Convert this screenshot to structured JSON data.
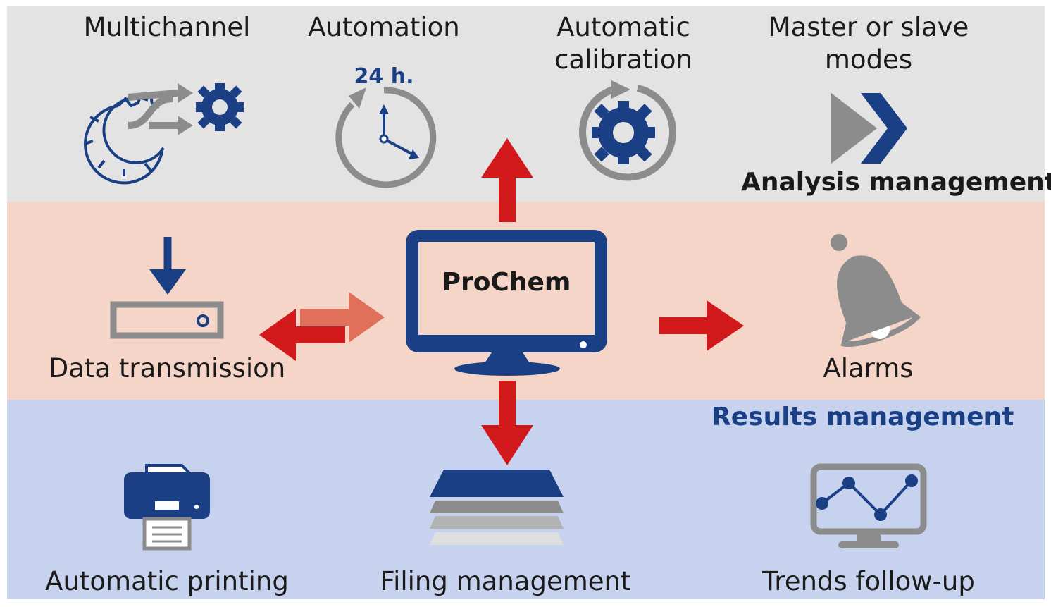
{
  "bands": {
    "analysis": {
      "title": "Analysis management",
      "color": "#e3e3e3"
    },
    "alerts_band_color": "#f5d5c8",
    "results": {
      "title": "Results management",
      "color": "#c7d3ee"
    }
  },
  "features": {
    "multichannel": "Multichannel",
    "automation": "Automation",
    "automation_badge": "24 h.",
    "calibration": [
      "Automatic",
      "calibration"
    ],
    "modes": [
      "Master or slave",
      "modes"
    ],
    "data_transmission": "Data transmission",
    "alarms": "Alarms",
    "printing": "Automatic printing",
    "filing": "Filing management",
    "trends": "Trends follow-up"
  },
  "center": {
    "label": "ProChem"
  },
  "icons": [
    "gear-icon",
    "clock-icon",
    "calibration-gear-icon",
    "fast-forward-icon",
    "download-drive-icon",
    "bell-icon",
    "printer-icon",
    "layers-icon",
    "trend-monitor-icon",
    "computer-monitor-icon"
  ],
  "colors": {
    "navy": "#1a3f85",
    "gray": "#8c8c8c",
    "red": "#d1191c",
    "salmon": "#e0705a",
    "text": "#1a1a1a"
  }
}
